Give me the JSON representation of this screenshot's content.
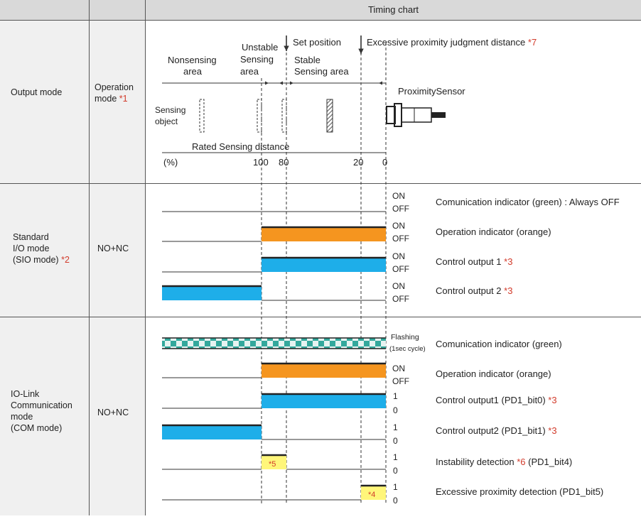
{
  "header": {
    "title": "Timing chart"
  },
  "columns": {
    "output_mode": "Output mode",
    "operation_mode_line1": "Operation",
    "operation_mode_line2": "mode",
    "operation_mode_note": "*1"
  },
  "diagram": {
    "nonsensing_1": "Nonsensing",
    "nonsensing_2": "area",
    "unstable_1": "Unstable",
    "unstable_2": "Sensing",
    "unstable_3": "area",
    "set_position": "Set position",
    "stable_1": "Stable",
    "stable_2": "Sensing area",
    "excessive_label": "Excessive proximity judgment distance",
    "excessive_note": "*7",
    "proximity_sensor": "ProximitySensor",
    "sensing_object_1": "Sensing",
    "sensing_object_2": "object",
    "rated_distance": "Rated Sensing distance",
    "percent_unit": "(%)",
    "ticks": [
      "100",
      "80",
      "20",
      "0"
    ]
  },
  "sections": {
    "sio": {
      "mode_line1": "Standard",
      "mode_line2": "I/O mode",
      "mode_line3": "(SIO mode)",
      "mode_note": "*2",
      "operation": "NO+NC",
      "rows": [
        {
          "on": "ON",
          "off": "OFF",
          "label": "Comunication indicator (green) : Always OFF",
          "note": ""
        },
        {
          "on": "ON",
          "off": "OFF",
          "label": "Operation indicator (orange)",
          "note": ""
        },
        {
          "on": "ON",
          "off": "OFF",
          "label": "Control output 1",
          "note": "*3"
        },
        {
          "on": "ON",
          "off": "OFF",
          "label": "Control output 2",
          "note": "*3"
        }
      ]
    },
    "com": {
      "mode_line1": "IO-Link",
      "mode_line2": "Communication",
      "mode_line3": "mode",
      "mode_line4": "(COM mode)",
      "operation": "NO+NC",
      "flashing_1": "Flashing",
      "flashing_2": "(1sec cycle)",
      "rows": [
        {
          "on": "",
          "off": "",
          "label": "Comunication indicator (green)",
          "note": ""
        },
        {
          "on": "ON",
          "off": "OFF",
          "label": "Operation indicator (orange)",
          "note": ""
        },
        {
          "on": "1",
          "off": "0",
          "label": "Control output1 (PD1_bit0)",
          "note": "*3"
        },
        {
          "on": "1",
          "off": "0",
          "label": "Control output2 (PD1_bit1)",
          "note": "*3"
        },
        {
          "on": "1",
          "off": "0",
          "label": "Instability detection",
          "note": "*6",
          "suffix": "(PD1_bit4)"
        },
        {
          "on": "1",
          "off": "0",
          "label": "Excessive proximity detection (PD1_bit5)",
          "note": ""
        }
      ],
      "box5": "*5",
      "box4": "*4"
    }
  },
  "colors": {
    "orange": "#f5951f",
    "blue": "#1eaee9",
    "yellow": "#fff67a",
    "teal": "#33a89c",
    "header_bg": "#d9d9d9",
    "cell_bg": "#f0f0f0",
    "asterisk": "#d23b2b"
  }
}
